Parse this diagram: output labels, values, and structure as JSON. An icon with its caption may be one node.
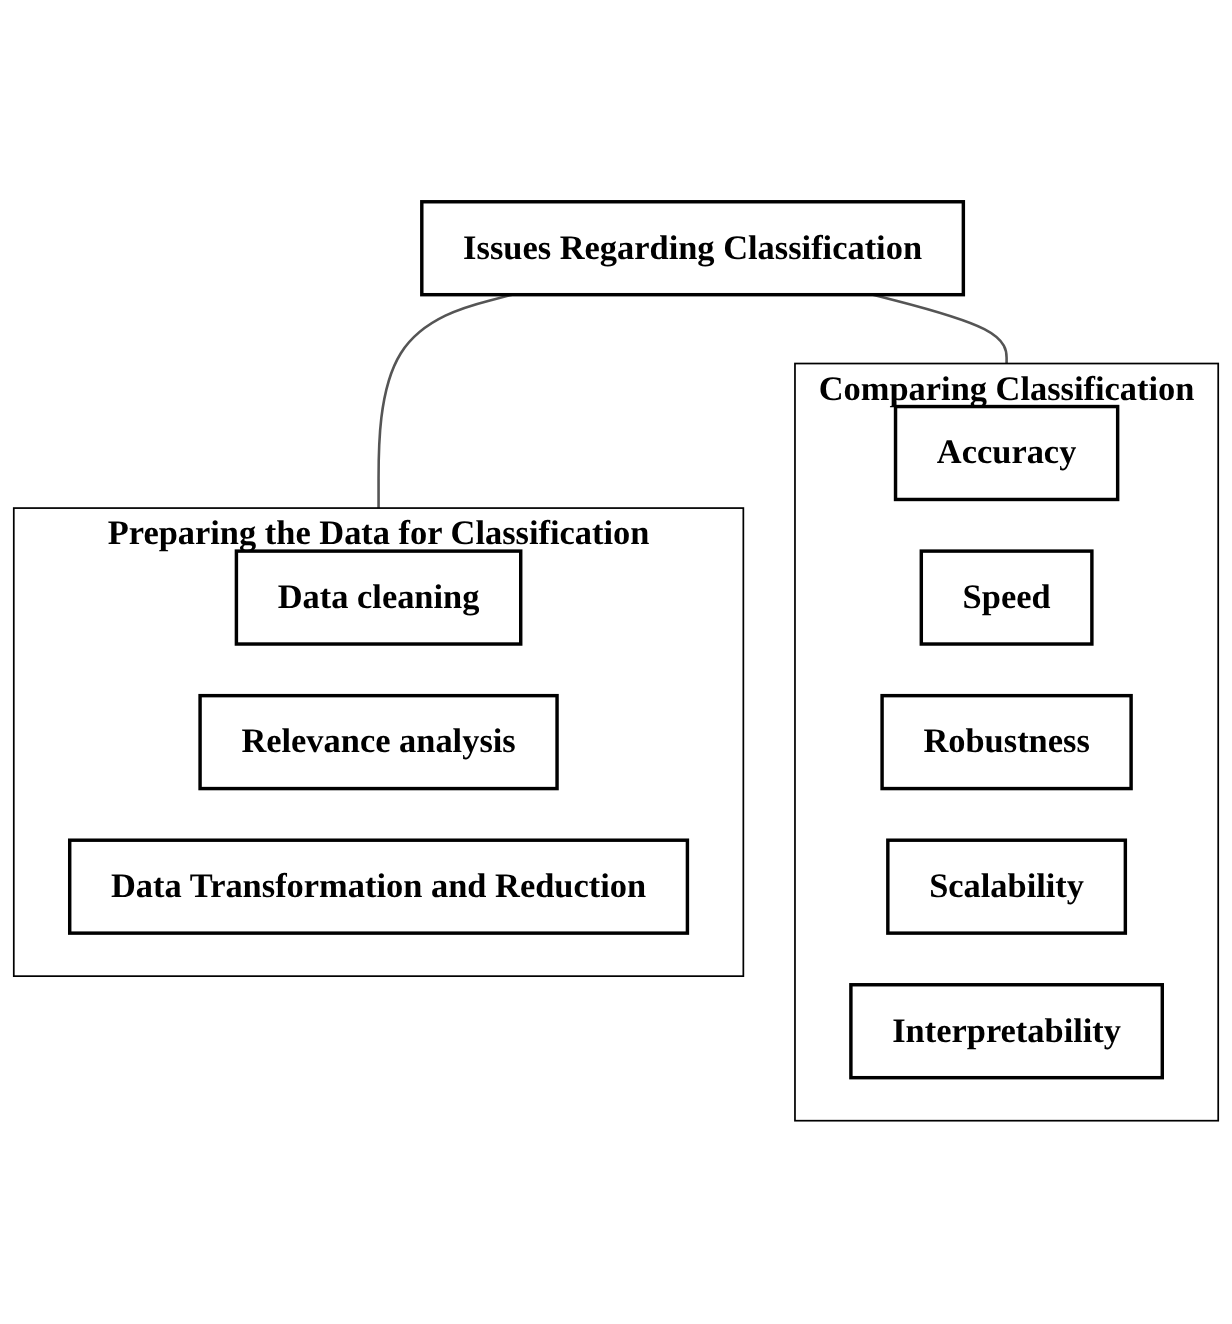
{
  "diagram": {
    "nodes": [
      {
        "text": [
          "Issues Regarding Classification"
        ]
      },
      {
        "text": [
          "Preparing the Data for Classification"
        ]
      },
      {
        "text": [
          "Data cleaning"
        ],
        "in": 1
      },
      {
        "text": [
          "Relevance analysis"
        ],
        "in": 1
      },
      {
        "text": [
          "Data Transformation and Reduction"
        ],
        "in": 1
      },
      {
        "text": [
          "Comparing Classification"
        ]
      },
      {
        "text": [
          "Accuracy"
        ],
        "in": 5
      },
      {
        "text": [
          "Speed"
        ],
        "in": 5
      },
      {
        "text": [
          "Robustness"
        ],
        "in": 5
      },
      {
        "text": [
          "Scalability"
        ],
        "in": 5
      },
      {
        "text": [
          "Interpretability"
        ],
        "in": 5
      }
    ],
    "edges": [
      {
        "from": 0,
        "to": 1,
        "arrow": "none"
      },
      {
        "from": 0,
        "to": 5,
        "arrow": "none"
      }
    ]
  }
}
